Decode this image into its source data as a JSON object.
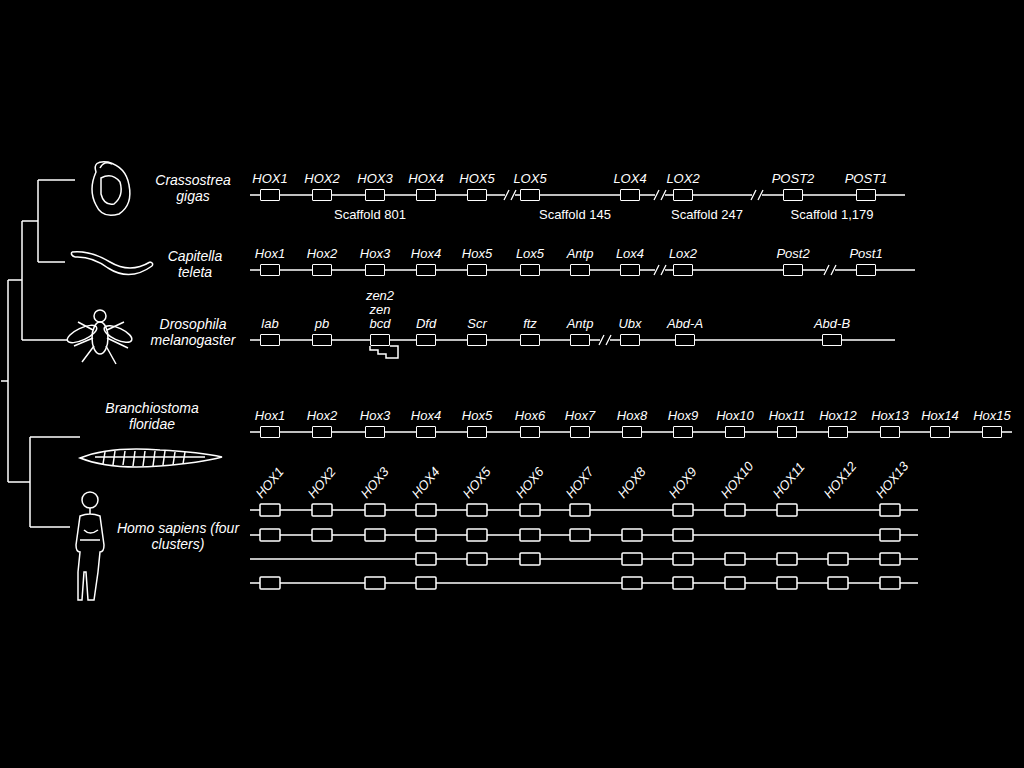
{
  "diagram": {
    "nodes": [
      {
        "text": [
          "HOX1"
        ]
      },
      {
        "text": [
          "HOX2"
        ]
      },
      {
        "text": [
          "HOX3"
        ]
      },
      {
        "text": [
          "HOX4"
        ]
      },
      {
        "text": [
          "HOX5"
        ]
      },
      {
        "text": [
          "LOX5"
        ]
      },
      {
        "text": [
          "LOX4"
        ]
      },
      {
        "text": [
          "LOX2"
        ]
      },
      {
        "text": [
          "POST2"
        ]
      },
      {
        "text": [
          "POST1"
        ]
      },
      {
        "text": [
          "Hox1"
        ]
      },
      {
        "text": [
          "Hox2"
        ]
      },
      {
        "text": [
          "Hox3"
        ]
      },
      {
        "text": [
          "Hox4"
        ]
      },
      {
        "text": [
          "Hox5"
        ]
      },
      {
        "text": [
          "Lox5"
        ]
      },
      {
        "text": [
          "Antp"
        ]
      },
      {
        "text": [
          "Lox4"
        ]
      },
      {
        "text": [
          "Lox2"
        ]
      },
      {
        "text": [
          "Post2"
        ]
      },
      {
        "text": [
          "Post1"
        ]
      },
      {
        "text": [
          "lab"
        ]
      },
      {
        "text": [
          "pb"
        ]
      },
      {
        "text": [
          "zen2",
          "zen",
          "bcd"
        ]
      },
      {
        "text": [
          "Dfd"
        ]
      },
      {
        "text": [
          "Scr"
        ]
      },
      {
        "text": [
          "ftz"
        ]
      },
      {
        "text": [
          "Antp"
        ]
      },
      {
        "text": [
          "Ubx"
        ]
      },
      {
        "text": [
          "Abd-A"
        ]
      },
      {
        "text": [
          "Abd-B"
        ]
      },
      {
        "text": [
          "Hox1"
        ]
      },
      {
        "text": [
          "Hox2"
        ]
      },
      {
        "text": [
          "Hox3"
        ]
      },
      {
        "text": [
          "Hox4"
        ]
      },
      {
        "text": [
          "Hox5"
        ]
      },
      {
        "text": [
          "Hox6"
        ]
      },
      {
        "text": [
          "Hox7"
        ]
      },
      {
        "text": [
          "Hox8"
        ]
      },
      {
        "text": [
          "Hox9"
        ]
      },
      {
        "text": [
          "Hox10"
        ]
      },
      {
        "text": [
          "Hox11"
        ]
      },
      {
        "text": [
          "Hox12"
        ]
      },
      {
        "text": [
          "Hox13"
        ]
      },
      {
        "text": [
          "Hox14"
        ]
      },
      {
        "text": [
          "Hox15"
        ]
      }
    ],
    "edges": [
      {
        "from": 0,
        "to": 1,
        "arrow": "none"
      },
      {
        "from": 1,
        "to": 2,
        "arrow": "none"
      },
      {
        "from": 2,
        "to": 3,
        "arrow": "none"
      },
      {
        "from": 3,
        "to": 4,
        "arrow": "none"
      },
      {
        "from": 4,
        "to": 5,
        "arrow": "none"
      },
      {
        "from": 5,
        "to": 6,
        "arrow": "none"
      },
      {
        "from": 6,
        "to": 7,
        "arrow": "none"
      },
      {
        "from": 7,
        "to": 8,
        "arrow": "none"
      },
      {
        "from": 8,
        "to": 9,
        "arrow": "none"
      },
      {
        "from": 10,
        "to": 11,
        "arrow": "none"
      },
      {
        "from": 11,
        "to": 12,
        "arrow": "none"
      },
      {
        "from": 12,
        "to": 13,
        "arrow": "none"
      },
      {
        "from": 13,
        "to": 14,
        "arrow": "none"
      },
      {
        "from": 14,
        "to": 15,
        "arrow": "none"
      },
      {
        "from": 15,
        "to": 16,
        "arrow": "none"
      },
      {
        "from": 16,
        "to": 17,
        "arrow": "none"
      },
      {
        "from": 17,
        "to": 18,
        "arrow": "none"
      },
      {
        "from": 18,
        "to": 19,
        "arrow": "none"
      },
      {
        "from": 19,
        "to": 20,
        "arrow": "none"
      },
      {
        "from": 21,
        "to": 22,
        "arrow": "none"
      },
      {
        "from": 22,
        "to": 23,
        "arrow": "none"
      },
      {
        "from": 23,
        "to": 24,
        "arrow": "none"
      },
      {
        "from": 24,
        "to": 25,
        "arrow": "none"
      },
      {
        "from": 25,
        "to": 26,
        "arrow": "none"
      },
      {
        "from": 26,
        "to": 27,
        "arrow": "none"
      },
      {
        "from": 27,
        "to": 28,
        "arrow": "none"
      },
      {
        "from": 28,
        "to": 29,
        "arrow": "none"
      },
      {
        "from": 29,
        "to": 30,
        "arrow": "none"
      },
      {
        "from": 31,
        "to": 32,
        "arrow": "none"
      },
      {
        "from": 32,
        "to": 33,
        "arrow": "none"
      },
      {
        "from": 33,
        "to": 34,
        "arrow": "none"
      },
      {
        "from": 34,
        "to": 35,
        "arrow": "none"
      },
      {
        "from": 35,
        "to": 36,
        "arrow": "none"
      },
      {
        "from": 36,
        "to": 37,
        "arrow": "none"
      },
      {
        "from": 37,
        "to": 38,
        "arrow": "none"
      },
      {
        "from": 38,
        "to": 39,
        "arrow": "none"
      },
      {
        "from": 39,
        "to": 40,
        "arrow": "none"
      },
      {
        "from": 40,
        "to": 41,
        "arrow": "none"
      },
      {
        "from": 41,
        "to": 42,
        "arrow": "none"
      },
      {
        "from": 42,
        "to": 43,
        "arrow": "none"
      },
      {
        "from": 43,
        "to": 44,
        "arrow": "none"
      },
      {
        "from": 44,
        "to": 45,
        "arrow": "none"
      }
    ],
    "labels": [
      "Crassostrea gigas",
      "Scaffold 801",
      "Scaffold 145",
      "Scaffold 247",
      "Scaffold 1,179",
      "Capitella teleta",
      "Drosophila melanogaster",
      "Branchiostoma floridae",
      "Homo sapiens (four clusters)",
      "HOX1",
      "HOX2",
      "HOX3",
      "HOX4",
      "HOX5",
      "HOX6",
      "HOX7",
      "HOX8",
      "HOX9",
      "HOX10",
      "HOX11",
      "HOX12",
      "HOX13"
    ]
  }
}
